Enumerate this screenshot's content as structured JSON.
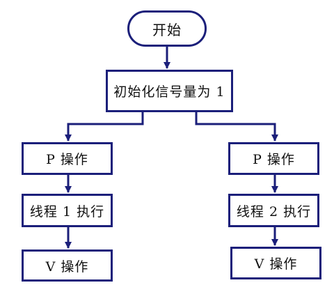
{
  "flowchart": {
    "start": "开始",
    "init": "初始化信号量为 1",
    "left": {
      "p_op": "P 操作",
      "run": "线程 1 执行",
      "v_op": "V 操作"
    },
    "right": {
      "p_op": "P 操作",
      "run": "线程 2 执行",
      "v_op": "V 操作"
    }
  },
  "colors": {
    "border": "#1b1f7a",
    "text": "#111111",
    "background": "#ffffff"
  }
}
